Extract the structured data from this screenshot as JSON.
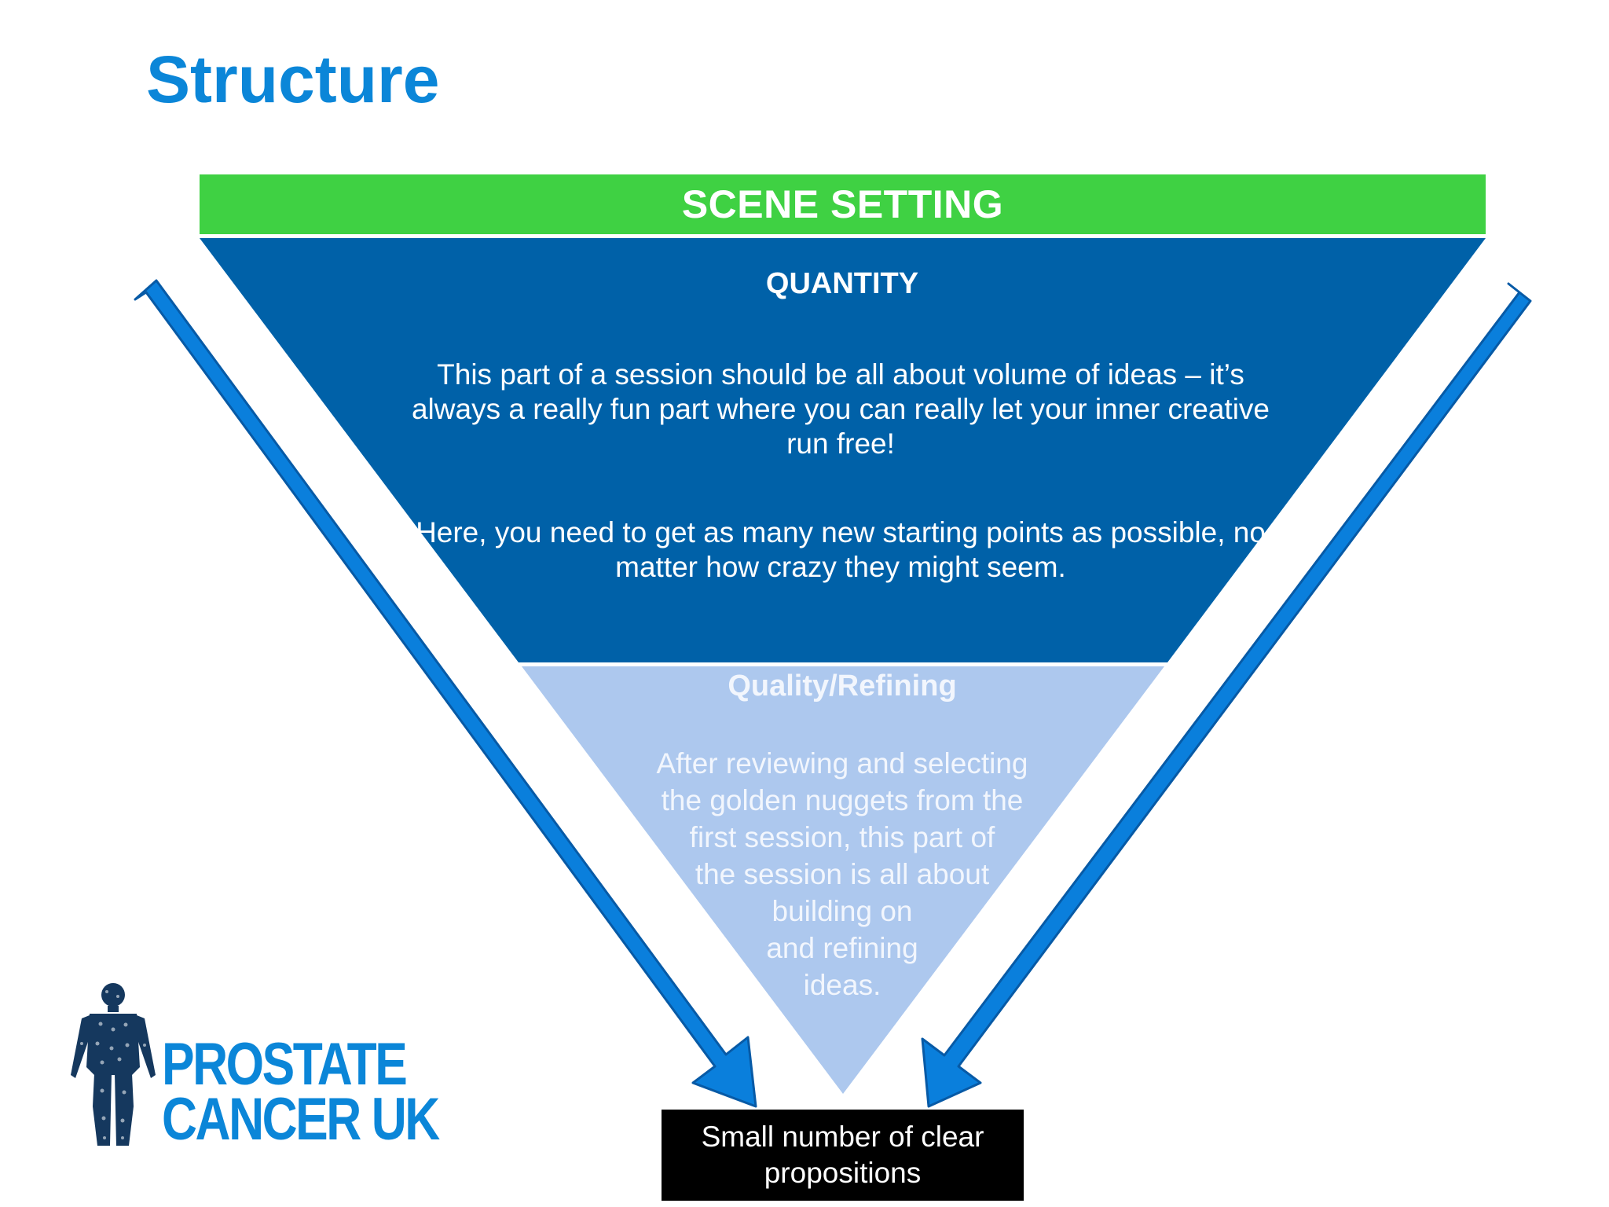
{
  "slide": {
    "title": "Structure"
  },
  "scene_setting": {
    "label": "SCENE SETTING"
  },
  "quantity": {
    "heading": "QUANTITY",
    "paragraph1": "This part of a session should be all about volume of ideas – it’s always a really fun part where you can really let your inner creative run free!",
    "paragraph2": "Here, you need to get as many new starting points as possible, no matter how crazy they might seem."
  },
  "quality": {
    "heading": "Quality/Refining",
    "paragraph": "After reviewing and selecting\nthe golden nuggets from the\nfirst session, this part of\nthe session is all about\nbuilding on\nand refining\nideas."
  },
  "result": {
    "label": "Small number of clear\npropositions"
  },
  "logo": {
    "line1": "PROSTATE",
    "line2": "CANCER UK",
    "figure_icon": "people-mosaic-man-icon"
  },
  "colors": {
    "title": "#0b86d8",
    "scene_band": "#3fd143",
    "quantity_fill": "#0061a8",
    "quality_fill": "#adc8ee",
    "arrow_fill": "#0a7fdc",
    "arrow_stroke": "#075aa6",
    "result_box": "#000000",
    "logo_blue": "#0b86d8",
    "logo_figure": "#15385e"
  }
}
